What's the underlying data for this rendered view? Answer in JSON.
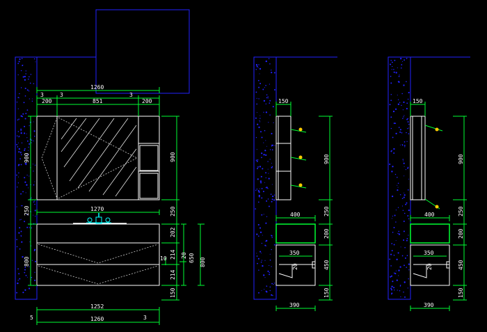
{
  "colors": {
    "background": "#000000",
    "dimension": "#00ff33",
    "outline": "#ffffff",
    "wall": "#2222ff",
    "fixture": "#00ffff",
    "accent": "#ffcc00"
  },
  "front_view": {
    "dims_top": {
      "overall": "1260",
      "left_gap": "3",
      "mid_gap": "3",
      "right_gap": "3",
      "left": "200",
      "center": "851",
      "right": "200"
    },
    "dims_left": {
      "cabinet": "900",
      "gap": "250",
      "base": "800"
    },
    "dims_right": {
      "cabinet": "900",
      "gap": "250",
      "d1": "202",
      "d2": "214",
      "d3": "214",
      "d4": "150",
      "mid": "650",
      "total": "800",
      "small_a": "20",
      "small_b": "10"
    },
    "counter_width": "1270",
    "dims_bottom": {
      "inner": "1252",
      "overall": "1260",
      "left_small": "5",
      "right_small": "3"
    }
  },
  "side_view_a": {
    "top_depth": "150",
    "counter_depth": "400",
    "drawer_depth": "350",
    "small": "20",
    "bottom_depth": "390",
    "right_dims": [
      "900",
      "250",
      "200",
      "450",
      "150"
    ]
  },
  "side_view_b": {
    "top_depth": "150",
    "counter_depth": "400",
    "drawer_depth": "350",
    "small": "20",
    "bottom_depth": "390",
    "right_dims": [
      "900",
      "250",
      "200",
      "450",
      "150"
    ]
  }
}
